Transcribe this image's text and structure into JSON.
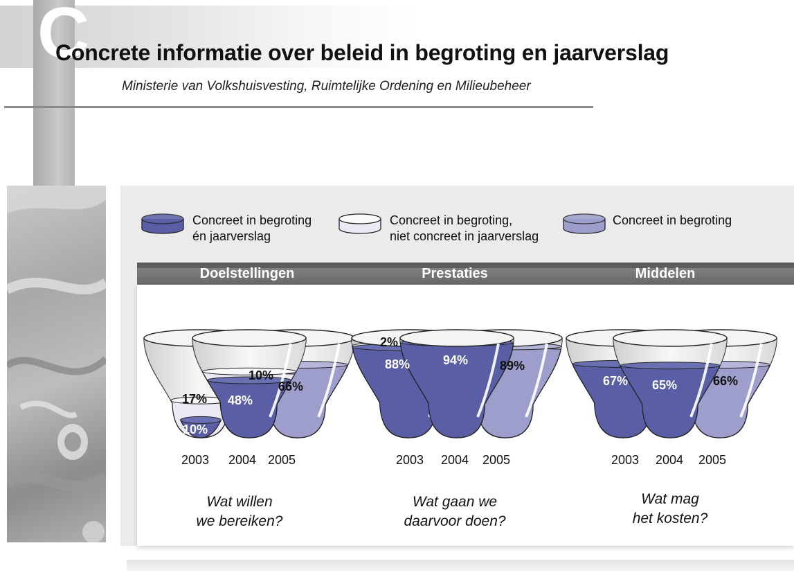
{
  "header": {
    "letter": "C",
    "title": "Concrete informatie over beleid in begroting en jaarverslag",
    "subtitle": "Ministerie van Volkshuisvesting, Ruimtelijke Ordening en Milieubeheer"
  },
  "legend": [
    {
      "line1": "Concreet in begroting",
      "line2": "én jaarverslag",
      "color": "#5a5fa5"
    },
    {
      "line1": "Concreet in begroting,",
      "line2": "niet concreet in jaarverslag",
      "color": "#ebe9f4"
    },
    {
      "line1": "Concreet in begroting",
      "line2": "",
      "color": "#9d9ecb"
    }
  ],
  "colors": {
    "dark": "#5a5fa5",
    "light": "#ebe9f4",
    "medium": "#9d9ecb",
    "glass": "#e6e6e6"
  },
  "chart_data": {
    "type": "bar",
    "title": "",
    "groups": [
      {
        "name": "Doelstellingen",
        "question_line1": "Wat willen",
        "question_line2": "we bereiken?",
        "years": [
          "2003",
          "2004",
          "2005"
        ],
        "series": [
          {
            "name": "Concreet in begroting én jaarverslag",
            "values": [
              10,
              48,
              null
            ]
          },
          {
            "name": "Concreet in begroting, niet concreet in jaarverslag",
            "values": [
              17,
              10,
              null
            ]
          },
          {
            "name": "Concreet in begroting",
            "values": [
              null,
              null,
              66
            ]
          }
        ],
        "labels": {
          "2003": {
            "dark": "10%",
            "light": "17%"
          },
          "2004": {
            "dark": "48%",
            "light": "10%"
          },
          "2005": {
            "medium": "66%"
          }
        }
      },
      {
        "name": "Prestaties",
        "question_line1": "Wat gaan we",
        "question_line2": "daarvoor doen?",
        "years": [
          "2003",
          "2004",
          "2005"
        ],
        "series": [
          {
            "name": "Concreet in begroting én jaarverslag",
            "values": [
              88,
              94,
              null
            ]
          },
          {
            "name": "Concreet in begroting, niet concreet in jaarverslag",
            "values": [
              2,
              null,
              null
            ]
          },
          {
            "name": "Concreet in begroting",
            "values": [
              null,
              null,
              89
            ]
          }
        ],
        "labels": {
          "2003": {
            "dark": "88%",
            "light": "2%"
          },
          "2004": {
            "dark": "94%"
          },
          "2005": {
            "medium": "89%"
          }
        }
      },
      {
        "name": "Middelen",
        "question_line1": "Wat mag",
        "question_line2": "het kosten?",
        "years": [
          "2003",
          "2004",
          "2005"
        ],
        "series": [
          {
            "name": "Concreet in begroting én jaarverslag",
            "values": [
              67,
              65,
              null
            ]
          },
          {
            "name": "Concreet in begroting, niet concreet in jaarverslag",
            "values": [
              null,
              null,
              null
            ]
          },
          {
            "name": "Concreet in begroting",
            "values": [
              null,
              null,
              66
            ]
          }
        ],
        "labels": {
          "2003": {
            "dark": "67%"
          },
          "2004": {
            "dark": "65%"
          },
          "2005": {
            "medium": "66%"
          }
        }
      }
    ]
  }
}
